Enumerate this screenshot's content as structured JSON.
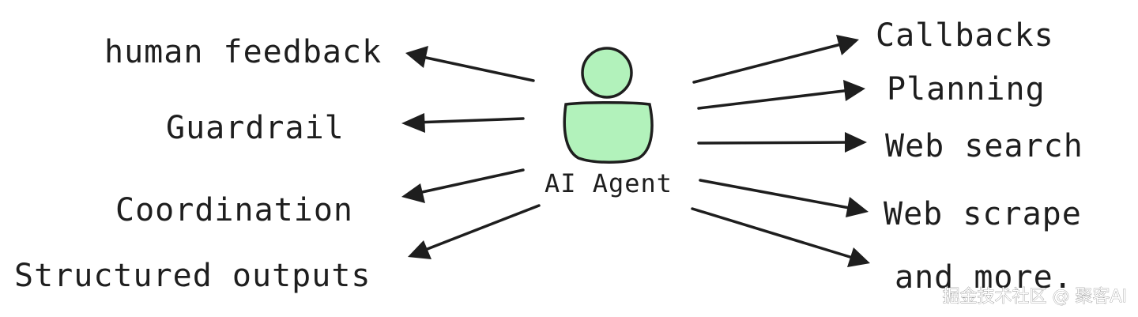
{
  "center": {
    "label": "AI Agent",
    "fill_color": "#b2f2bb",
    "icon": "person-icon"
  },
  "left_items": [
    {
      "label": "human feedback"
    },
    {
      "label": "Guardrail"
    },
    {
      "label": "Coordination"
    },
    {
      "label": "Structured outputs"
    }
  ],
  "right_items": [
    {
      "label": "Callbacks"
    },
    {
      "label": "Planning"
    },
    {
      "label": "Web search"
    },
    {
      "label": "Web scrape"
    },
    {
      "label": "and more."
    }
  ],
  "watermark": {
    "text": "掘金技术社区 @ 聚客AI"
  },
  "colors": {
    "stroke": "#1e1e1e",
    "background": "#ffffff"
  }
}
